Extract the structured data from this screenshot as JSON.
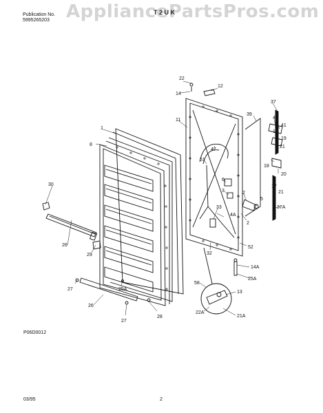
{
  "header": {
    "publication_label": "Publication No.",
    "publication_number": "5995265203",
    "model_fragment": "T  2  U  K"
  },
  "watermark": "AppliancePartsPros.com",
  "diagram": {
    "callouts": {
      "c1": "1",
      "c8": "8",
      "c30": "30",
      "c26a": "26",
      "c29": "29",
      "c27a": "27",
      "c25A_left": "25A",
      "c26b": "26",
      "c27b": "27",
      "c28": "28",
      "c22": "22",
      "c14": "14",
      "c12": "12",
      "c11": "11",
      "c47": "47",
      "c51": "51",
      "c6": "6",
      "c3": "3",
      "c33": "33",
      "c4A": "4A",
      "c2": "2",
      "c32": "32",
      "c52": "52",
      "c14A": "14A",
      "c25A_right": "25A",
      "c39": "39",
      "c37": "37",
      "c42": "42",
      "c41": "41",
      "c17a": "17",
      "c19": "19",
      "c21a": "21",
      "c18": "18",
      "c20": "20",
      "c17b": "17",
      "c21b": "21",
      "c5": "5",
      "c37A": "37A",
      "c58": "58",
      "c13": "13",
      "c22A": "22A",
      "c21A": "21A"
    },
    "figure_code": "P06D0012"
  },
  "footer": {
    "date": "03/95",
    "page": "2"
  }
}
